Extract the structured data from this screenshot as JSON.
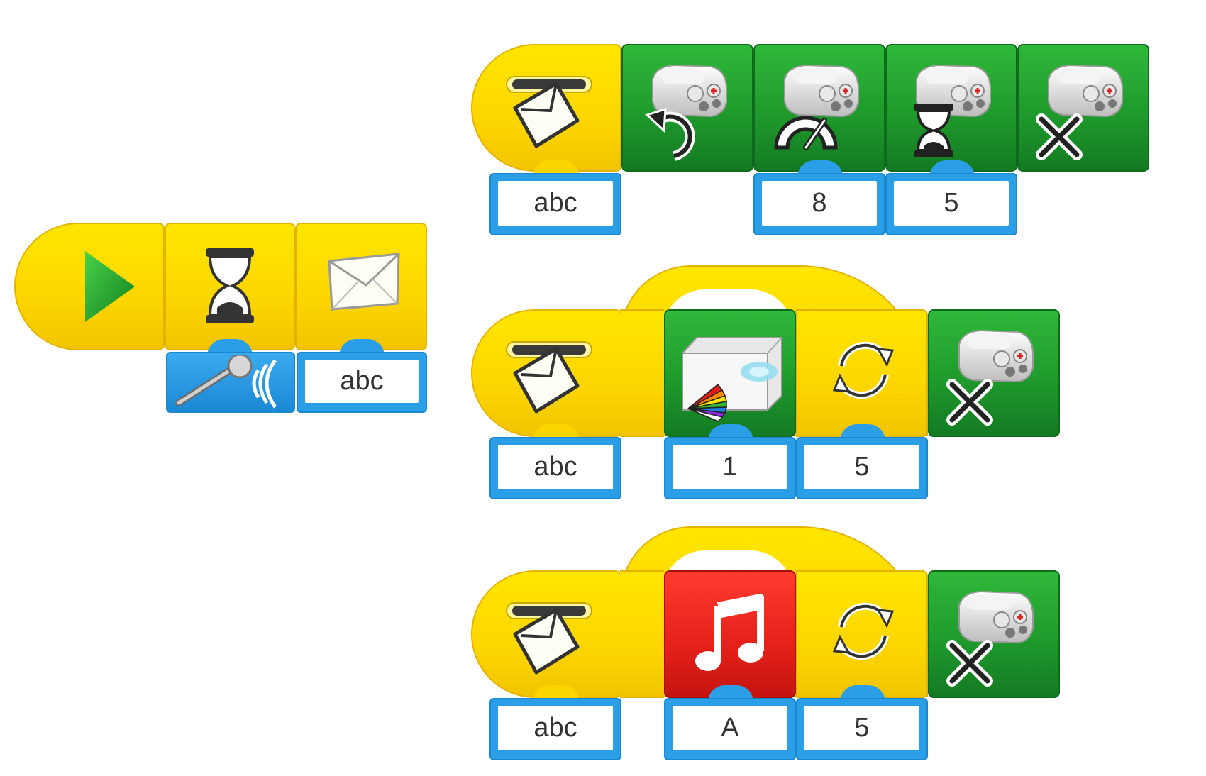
{
  "canvas": {
    "background": "#ffffff"
  },
  "colors": {
    "flow_yellow": "#fdd600",
    "motor_green": "#1f9a2c",
    "sound_red": "#e5201a",
    "param_blue": "#2a9ee6"
  },
  "row_start": {
    "blocks": [
      {
        "icon": "play-triangle-icon"
      },
      {
        "icon": "hourglass-icon"
      },
      {
        "icon": "envelope-icon"
      }
    ],
    "params": {
      "wait_input_icon": "microphone-sound-icon",
      "message_text": "abc"
    }
  },
  "row_motor": {
    "message_text": "abc",
    "blocks": [
      {
        "icon": "motor-direction-icon"
      },
      {
        "icon": "motor-power-icon"
      },
      {
        "icon": "motor-on-for-icon"
      },
      {
        "icon": "motor-off-icon"
      }
    ],
    "power_value": "8",
    "time_value": "5"
  },
  "row_light": {
    "message_text": "abc",
    "light_value": "1",
    "repeat_value": "5",
    "icons": {
      "light": "hub-light-color-icon",
      "repeat": "repeat-icon",
      "stop": "motor-off-icon"
    }
  },
  "row_sound": {
    "message_text": "abc",
    "sound_value": "A",
    "repeat_value": "5",
    "icons": {
      "sound": "music-note-icon",
      "repeat": "repeat-icon",
      "stop": "motor-off-icon"
    }
  }
}
